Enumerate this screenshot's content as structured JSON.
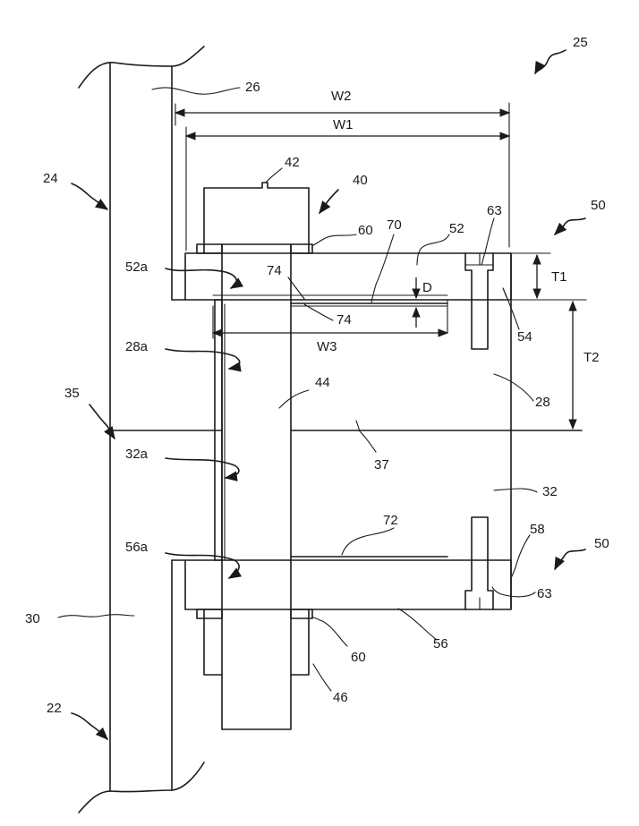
{
  "labels": {
    "l25": "25",
    "l26": "26",
    "l24": "24",
    "l42": "42",
    "l40": "40",
    "l60a": "60",
    "l70": "70",
    "l52": "52",
    "l63a": "63",
    "l50a": "50",
    "l52a": "52a",
    "l74a": "74",
    "l74b": "74",
    "lD": "D",
    "lT1": "T1",
    "lT2": "T2",
    "l54": "54",
    "lW3": "W3",
    "l28a": "28a",
    "l44": "44",
    "l28": "28",
    "l35": "35",
    "l32a": "32a",
    "l37": "37",
    "l32": "32",
    "l72": "72",
    "l58": "58",
    "l56a": "56a",
    "l50b": "50",
    "l63b": "63",
    "l30": "30",
    "l60b": "60",
    "l56": "56",
    "l46": "46",
    "l22": "22",
    "lW2": "W2",
    "lW1": "W1"
  }
}
